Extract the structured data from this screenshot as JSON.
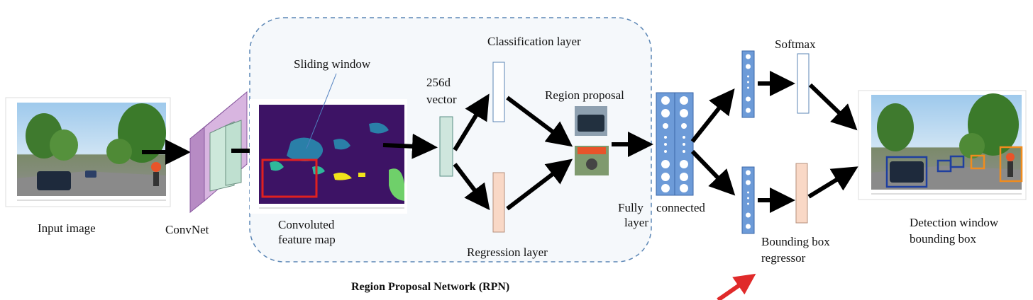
{
  "labels": {
    "input_image": "Input image",
    "convnet": "ConvNet",
    "sliding_window": "Sliding window",
    "conv_map_line1": "Convoluted",
    "conv_map_line2": "feature map",
    "vector_line1": "256d",
    "vector_line2": "vector",
    "classification_layer": "Classification layer",
    "regression_layer": "Regression layer",
    "region_proposal": "Region proposal",
    "fully": "Fully",
    "layer": "layer",
    "connected": "connected",
    "softmax": "Softmax",
    "bbox_regressor_line1": "Bounding box",
    "bbox_regressor_line2": "regressor",
    "detection_line1": "Detection window",
    "detection_line2": "bounding box",
    "rpn_title": "Region Proposal Network (RPN)"
  },
  "colors": {
    "convnet_face": "#c9a3d3",
    "convnet_inner": "#bfe0d0",
    "vector_fill": "#cfe6dd",
    "regression_fill": "#f9d8c6",
    "fc_fill": "#6d9bd8",
    "fc_stroke": "#3b67a8",
    "rpn_border": "#5b86b5",
    "rpn_fill": "#f5f8fb",
    "feature_bg": "#3d1365",
    "feature_blob": "#2a7fa8",
    "feature_green": "#6fd06a",
    "feature_yellow": "#f2e31a",
    "sliding_box": "#e02020",
    "arrow": "#000000",
    "red_arrow": "#e02a2a",
    "det_box_blue": "#1f3f9f",
    "det_box_orange": "#f08c1e"
  }
}
